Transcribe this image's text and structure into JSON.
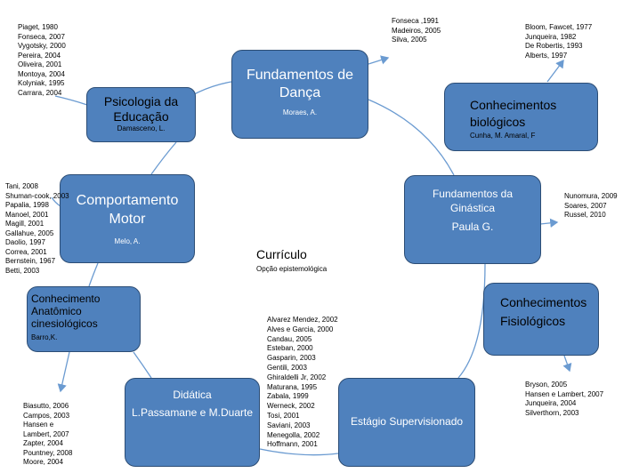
{
  "center": {
    "title": "Currículo",
    "subtitle": "Opção epistemológica"
  },
  "nodes": {
    "danca": {
      "title": "Fundamentos de Dança",
      "subtitle": "Moraes, A."
    },
    "psicologia": {
      "title": "Psicologia da Educação",
      "subtitle": "Damasceno, L."
    },
    "biologicos": {
      "title": "Conhecimentos biológicos",
      "subtitle": "Cunha, M. Amaral, F"
    },
    "ginastica": {
      "title": "Fundamentos da Ginástica",
      "subtitle": "Paula G."
    },
    "motor": {
      "title": "Comportamento Motor",
      "subtitle": "Melo, A."
    },
    "anatomico": {
      "title": "Conhecimento Anatômico cinesiológicos",
      "subtitle": "Barro,K."
    },
    "fisiologicos": {
      "title": "Conhecimentos Fisiológicos"
    },
    "didatica": {
      "title": "Didática",
      "subtitle": "L.Passamane e M.Duarte"
    },
    "estagio": {
      "title": "Estágio Supervisionado"
    }
  },
  "references": {
    "psicologia": [
      "Piaget, 1980",
      "Fonseca, 2007",
      "Vygotsky, 2000",
      "Pereira, 2004",
      "Oliveira, 2001",
      "Montoya, 2004",
      "Kolyniak, 1995",
      "Carrara, 2004"
    ],
    "danca": [
      "Fonseca ,1991",
      "Madeiros, 2005",
      "Silva, 2005"
    ],
    "biologicos": [
      "Bloom, Fawcet, 1977",
      "Junqueira, 1982",
      "De Robertis, 1993",
      "Alberts, 1997"
    ],
    "ginastica": [
      "Nunomura, 2009",
      "Soares, 2007",
      "Russel, 2010"
    ],
    "motor": [
      "Tani, 2008",
      "Shuman-cook, 2003",
      "Papalia, 1998",
      "Manoel, 2001",
      "Magill, 2001",
      "Gallahue, 2005",
      "Daolio, 1997",
      "Correa, 2001",
      "Bernstein, 1967",
      "Betti, 2003"
    ],
    "fisiologicos": [
      "Bryson, 2005",
      "Hansen e Lambert, 2007",
      "Junqueira, 2004",
      "Silverthorn, 2003"
    ],
    "anatomico": [
      "Biasutto, 2006",
      "Campos, 2003",
      "Hansen e",
      "Lambert, 2007",
      "Zapter, 2004",
      "Pountney, 2008",
      "Moore, 2004"
    ],
    "estagio": [
      "Alvarez Mendez, 2002",
      "Alves e Garcia, 2000",
      "Candau, 2005",
      "Esteban, 2000",
      "Gasparin, 2003",
      "Gentili, 2003",
      "Ghiraldelli Jr, 2002",
      "Maturana, 1995",
      "Zabala, 1999",
      "Werneck, 2002",
      "Tosi, 2001",
      "Saviani, 2003",
      "Menegolla, 2002",
      "Hoffmann, 2001"
    ]
  },
  "colors": {
    "node_fill": "#4f81bd",
    "node_border": "#2c4d75",
    "connector": "#6b9bd1"
  }
}
